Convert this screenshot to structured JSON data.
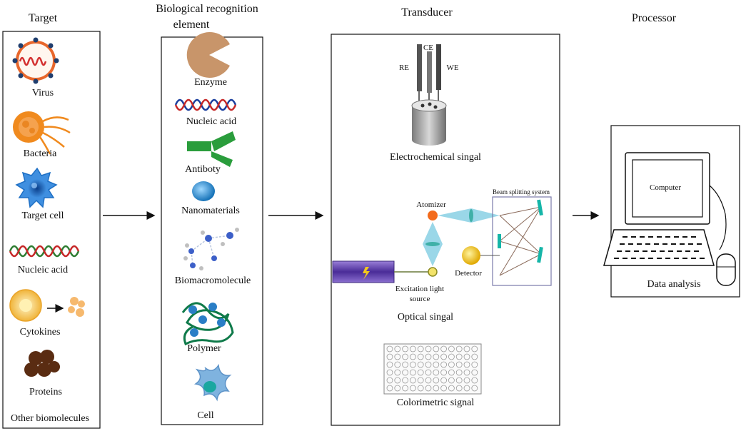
{
  "columns": {
    "target": {
      "title": "Target",
      "items": {
        "virus": "Virus",
        "bacteria": "Bacteria",
        "target_cell": "Target cell",
        "nucleic_acid": "Nucleic acid",
        "cytokines": "Cytokines",
        "proteins": "Proteins",
        "other": "Other biomolecules"
      }
    },
    "bre": {
      "title_line1": "Biological recognition",
      "title_line2": "element",
      "items": {
        "enzyme": "Enzyme",
        "nucleic_acid": "Nucleic acid",
        "antibody": "Antiboty",
        "nanomaterials": "Nanomaterials",
        "biomacromolecule": "Biomacromolecule",
        "polymer": "Polymer",
        "cell": "Cell"
      }
    },
    "transducer": {
      "title": "Transducer",
      "electrode_re": "RE",
      "electrode_ce": "CE",
      "electrode_we": "WE",
      "electrochemical": "Electrochemical singal",
      "atomizer": "Atomizer",
      "beam_splitting": "Beam splitting system",
      "detector": "Detector",
      "excitation_line1": "Excitation light",
      "excitation_line2": "source",
      "optical": "Optical singal",
      "colorimetric": "Colorimetric signal"
    },
    "processor": {
      "title": "Processor",
      "computer": "Computer",
      "data_analysis": "Data analysis"
    }
  },
  "colors": {
    "virus_ring": "#e8672c",
    "virus_rna": "#d32f2f",
    "bacteria": "#f08a1e",
    "target_cell": "#1e6fc4",
    "dna_red": "#c62828",
    "dna_blue": "#1a3e9e",
    "dna_green": "#2e7d32",
    "cytokine": "#f5c04a",
    "protein": "#5a2c12",
    "enzyme": "#c8956a",
    "antibody": "#2a9d3c",
    "nano": "#2b8fd0",
    "polymer_green": "#0f7a4a",
    "polymer_blue": "#2a7ec6",
    "cell_blue": "#7fb3df",
    "laser": "#6b48b8",
    "beam": "#8fd3e6",
    "atomizer": "#f36b1c",
    "detector": "#f3c91c",
    "mirror": "#15b5a8"
  }
}
